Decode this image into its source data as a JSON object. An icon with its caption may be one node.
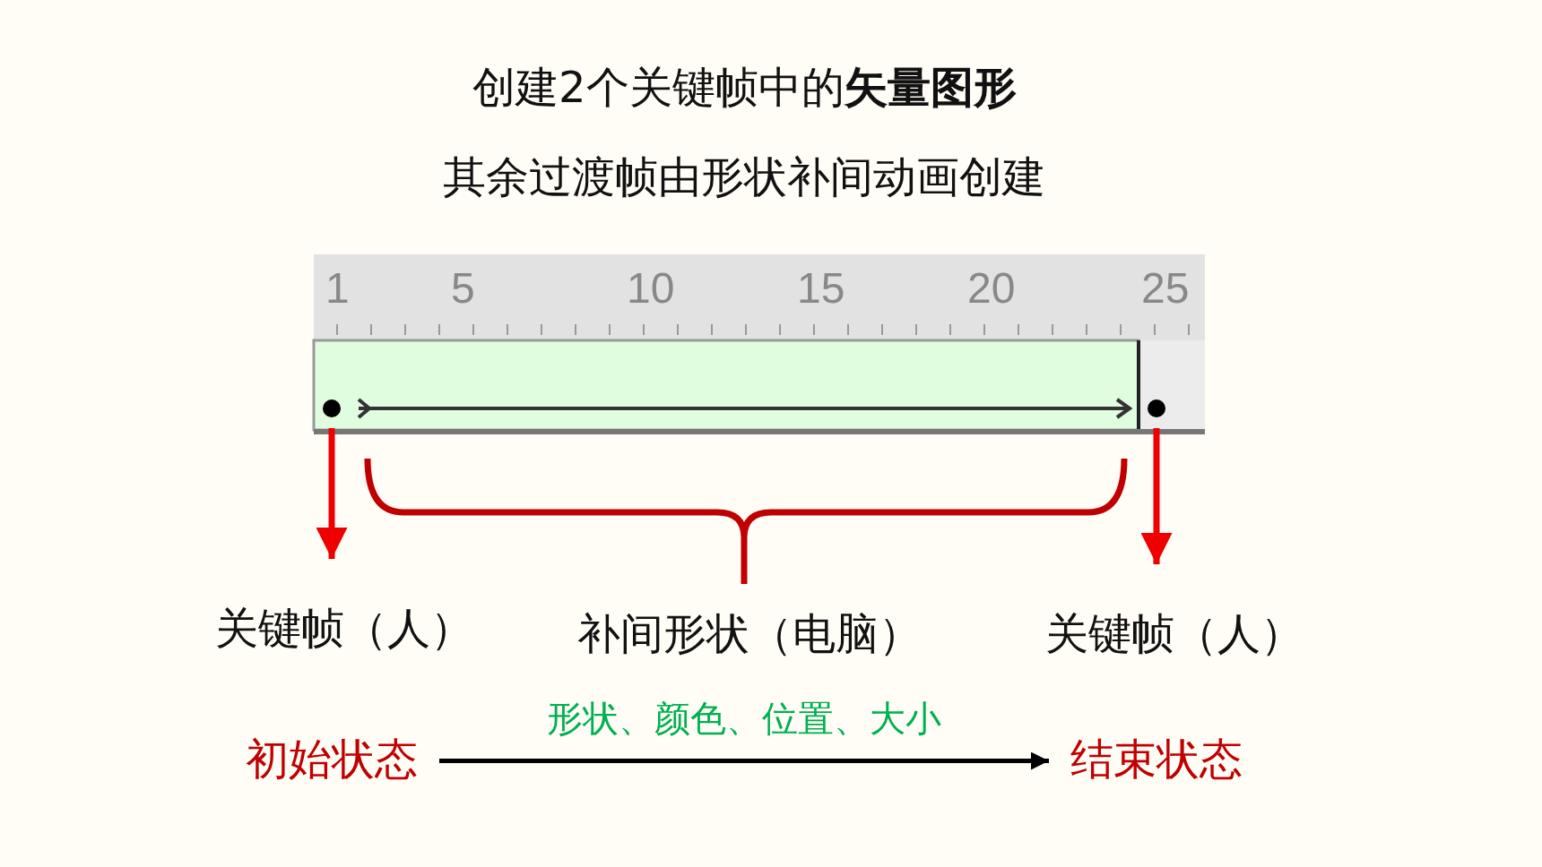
{
  "diagram": {
    "title": "创建2个关键帧中的**矢量图形**",
    "nodes": [
      {
        "text": [],
        "shape": "circle"
      },
      {
        "text": [],
        "shape": "circle"
      },
      {
        "text": [
          "关键帧（人）"
        ]
      },
      {
        "text": [
          "补间形状（电脑）"
        ]
      },
      {
        "text": [
          "关键帧（人）"
        ]
      },
      {
        "text": [
          "初始状态"
        ]
      },
      {
        "text": [
          "结束状态"
        ]
      }
    ],
    "edges": [
      {
        "from": 0,
        "to": 2,
        "arrow": "to"
      },
      {
        "from": 1,
        "to": 4,
        "arrow": "to"
      },
      {
        "from": 5,
        "to": 6,
        "arrow": "to",
        "label": "形状、颜色、位置、大小",
        "color": "#000000"
      }
    ],
    "labels": [
      "其余过渡帧由形状补间动画创建",
      "1",
      "5",
      "10",
      "15",
      "20",
      "25"
    ]
  }
}
